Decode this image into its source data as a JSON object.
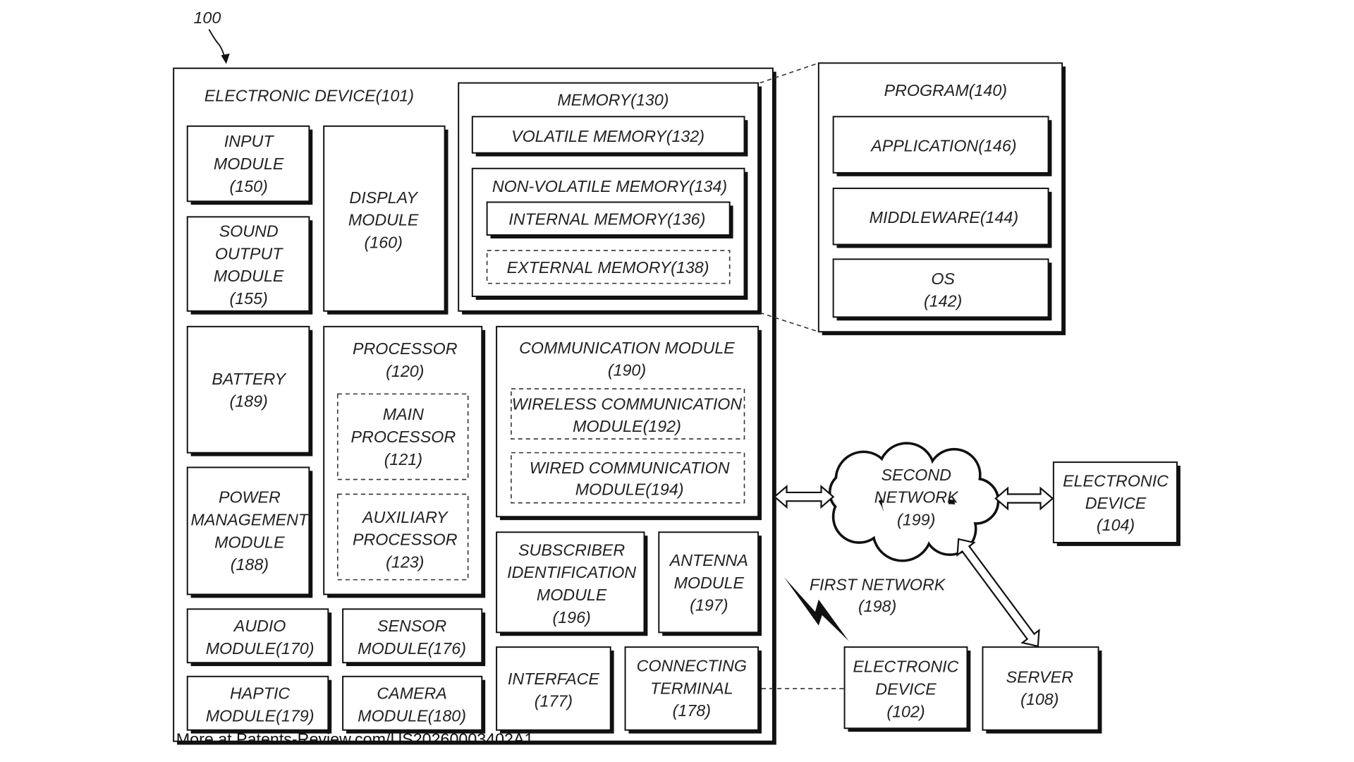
{
  "figure_label": "100",
  "electronic_device": "ELECTRONIC DEVICE(101)",
  "boxes": {
    "input": [
      "INPUT",
      "MODULE",
      "(150)"
    ],
    "display": [
      "DISPLAY",
      "MODULE",
      "(160)"
    ],
    "sound": [
      "SOUND",
      "OUTPUT",
      "MODULE",
      "(155)"
    ],
    "memory": [
      "MEMORY(130)"
    ],
    "volatile": [
      "VOLATILE MEMORY(132)"
    ],
    "nonvolatile": [
      "NON-VOLATILE MEMORY(134)"
    ],
    "internal": [
      "INTERNAL MEMORY(136)"
    ],
    "external": [
      "EXTERNAL MEMORY(138)"
    ],
    "program": [
      "PROGRAM(140)"
    ],
    "application": [
      "APPLICATION(146)"
    ],
    "middleware": [
      "MIDDLEWARE(144)"
    ],
    "os": [
      "OS",
      "(142)"
    ],
    "battery": [
      "BATTERY",
      "(189)"
    ],
    "processor": [
      "PROCESSOR",
      "(120)"
    ],
    "main_processor": [
      "MAIN",
      "PROCESSOR",
      "(121)"
    ],
    "aux_processor": [
      "AUXILIARY",
      "PROCESSOR",
      "(123)"
    ],
    "communication": [
      "COMMUNICATION MODULE",
      "(190)"
    ],
    "wireless": [
      "WIRELESS COMMUNICATION",
      "MODULE(192)"
    ],
    "wired": [
      "WIRED COMMUNICATION",
      "MODULE(194)"
    ],
    "power": [
      "POWER",
      "MANAGEMENT",
      "MODULE",
      "(188)"
    ],
    "sim": [
      "SUBSCRIBER",
      "IDENTIFICATION",
      "MODULE",
      "(196)"
    ],
    "antenna": [
      "ANTENNA",
      "MODULE",
      "(197)"
    ],
    "audio": [
      "AUDIO",
      "MODULE(170)"
    ],
    "sensor": [
      "SENSOR",
      "MODULE(176)"
    ],
    "haptic": [
      "HAPTIC",
      "MODULE(179)"
    ],
    "camera": [
      "CAMERA",
      "MODULE(180)"
    ],
    "interface": [
      "INTERFACE",
      "(177)"
    ],
    "terminal": [
      "CONNECTING",
      "TERMINAL",
      "(178)"
    ],
    "second_network": [
      "SECOND",
      "NETWORK",
      "(199)"
    ],
    "device104": [
      "ELECTRONIC",
      "DEVICE",
      "(104)"
    ],
    "device102": [
      "ELECTRONIC",
      "DEVICE",
      "(102)"
    ],
    "server": [
      "SERVER",
      "(108)"
    ],
    "first_network": [
      "FIRST NETWORK",
      "(198)"
    ]
  },
  "watermark": "More at Patents-Review.com/US20260003402A1"
}
